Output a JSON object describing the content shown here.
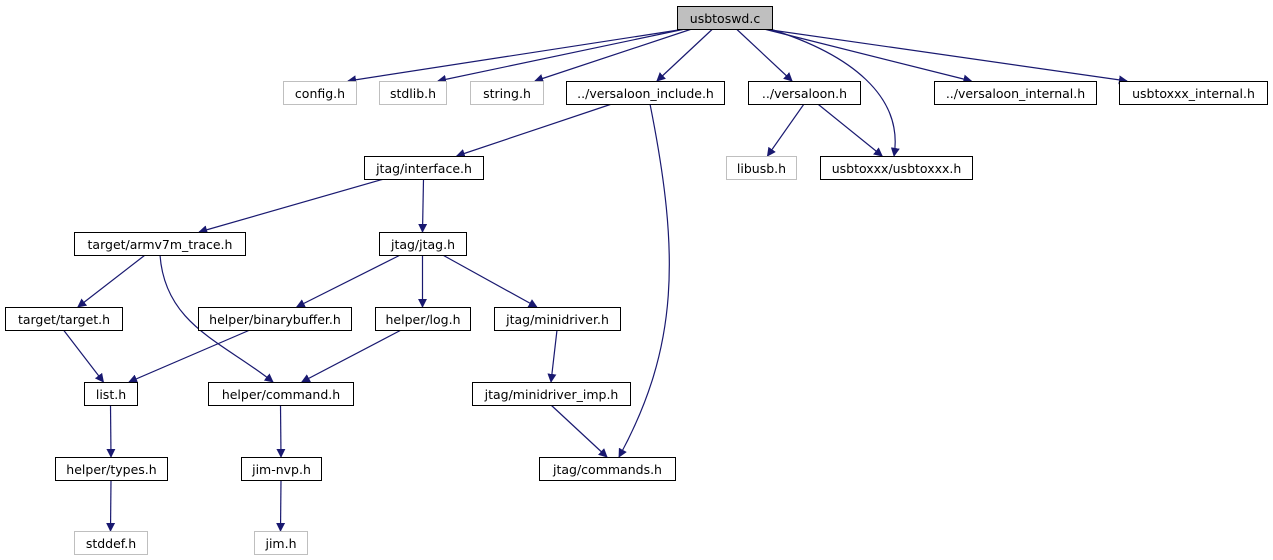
{
  "graph": {
    "colors": {
      "edge": "#191970",
      "node_border": "#000000",
      "node_border_missing": "#bfbfbf",
      "root_fill": "#bfbfbf",
      "node_fill": "#ffffff",
      "text": "#000000",
      "text_missing": "#000000"
    },
    "nodes": [
      {
        "id": "usbtoswd",
        "label": "usbtoswd.c",
        "kind": "root"
      },
      {
        "id": "config",
        "label": "config.h",
        "kind": "missing"
      },
      {
        "id": "stdlib",
        "label": "stdlib.h",
        "kind": "missing"
      },
      {
        "id": "string",
        "label": "string.h",
        "kind": "missing"
      },
      {
        "id": "versaloon_include",
        "label": "../versaloon_include.h",
        "kind": "file"
      },
      {
        "id": "versaloon",
        "label": "../versaloon.h",
        "kind": "file"
      },
      {
        "id": "versaloon_internal",
        "label": "../versaloon_internal.h",
        "kind": "file"
      },
      {
        "id": "usbtoxxx_internal",
        "label": "usbtoxxx_internal.h",
        "kind": "file"
      },
      {
        "id": "jtag_interface",
        "label": "jtag/interface.h",
        "kind": "file"
      },
      {
        "id": "libusb",
        "label": "libusb.h",
        "kind": "missing"
      },
      {
        "id": "usbtoxxx",
        "label": "usbtoxxx/usbtoxxx.h",
        "kind": "file"
      },
      {
        "id": "armv7m_trace",
        "label": "target/armv7m_trace.h",
        "kind": "file"
      },
      {
        "id": "jtag_jtag",
        "label": "jtag/jtag.h",
        "kind": "file"
      },
      {
        "id": "target_target",
        "label": "target/target.h",
        "kind": "file"
      },
      {
        "id": "binarybuffer",
        "label": "helper/binarybuffer.h",
        "kind": "file"
      },
      {
        "id": "helper_log",
        "label": "helper/log.h",
        "kind": "file"
      },
      {
        "id": "minidriver",
        "label": "jtag/minidriver.h",
        "kind": "file"
      },
      {
        "id": "list",
        "label": "list.h",
        "kind": "file"
      },
      {
        "id": "helper_command",
        "label": "helper/command.h",
        "kind": "file"
      },
      {
        "id": "minidriver_imp",
        "label": "jtag/minidriver_imp.h",
        "kind": "file"
      },
      {
        "id": "helper_types",
        "label": "helper/types.h",
        "kind": "file"
      },
      {
        "id": "jim_nvp",
        "label": "jim-nvp.h",
        "kind": "file"
      },
      {
        "id": "jtag_commands",
        "label": "jtag/commands.h",
        "kind": "file"
      },
      {
        "id": "stddef",
        "label": "stddef.h",
        "kind": "missing"
      },
      {
        "id": "jim",
        "label": "jim.h",
        "kind": "missing"
      }
    ],
    "edges": [
      {
        "from": "usbtoswd",
        "to": "config"
      },
      {
        "from": "usbtoswd",
        "to": "stdlib"
      },
      {
        "from": "usbtoswd",
        "to": "string"
      },
      {
        "from": "usbtoswd",
        "to": "versaloon_include"
      },
      {
        "from": "usbtoswd",
        "to": "versaloon"
      },
      {
        "from": "usbtoswd",
        "to": "versaloon_internal"
      },
      {
        "from": "usbtoswd",
        "to": "usbtoxxx_internal"
      },
      {
        "from": "usbtoswd",
        "to": "usbtoxxx"
      },
      {
        "from": "versaloon_include",
        "to": "jtag_interface"
      },
      {
        "from": "versaloon_include",
        "to": "jtag_commands"
      },
      {
        "from": "versaloon",
        "to": "libusb"
      },
      {
        "from": "versaloon",
        "to": "usbtoxxx"
      },
      {
        "from": "jtag_interface",
        "to": "armv7m_trace"
      },
      {
        "from": "jtag_interface",
        "to": "jtag_jtag"
      },
      {
        "from": "armv7m_trace",
        "to": "target_target"
      },
      {
        "from": "armv7m_trace",
        "to": "helper_command"
      },
      {
        "from": "jtag_jtag",
        "to": "binarybuffer"
      },
      {
        "from": "jtag_jtag",
        "to": "helper_log"
      },
      {
        "from": "jtag_jtag",
        "to": "minidriver"
      },
      {
        "from": "target_target",
        "to": "list"
      },
      {
        "from": "binarybuffer",
        "to": "list"
      },
      {
        "from": "helper_log",
        "to": "helper_command"
      },
      {
        "from": "minidriver",
        "to": "minidriver_imp"
      },
      {
        "from": "minidriver_imp",
        "to": "jtag_commands"
      },
      {
        "from": "list",
        "to": "helper_types"
      },
      {
        "from": "helper_command",
        "to": "jim_nvp"
      },
      {
        "from": "helper_types",
        "to": "stddef"
      },
      {
        "from": "jim_nvp",
        "to": "jim"
      }
    ]
  }
}
